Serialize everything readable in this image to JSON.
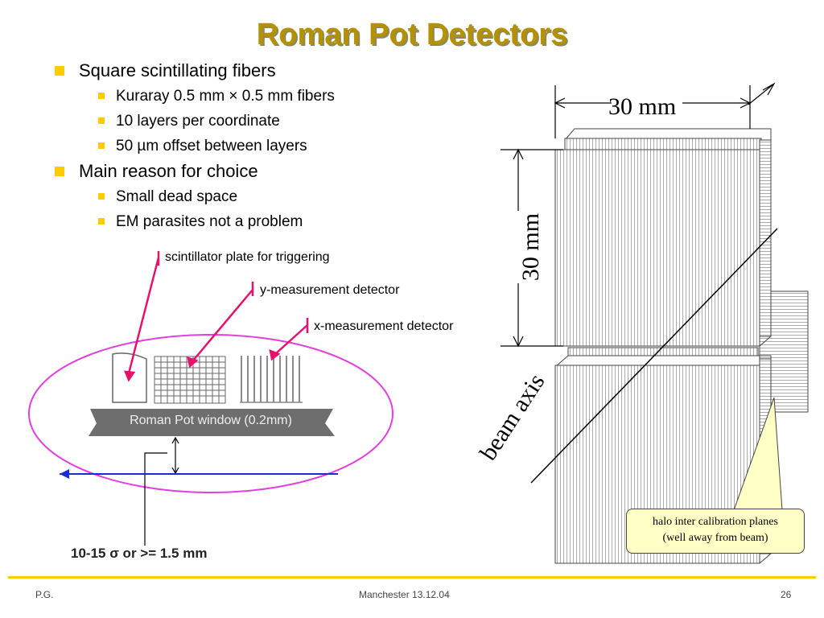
{
  "title": "Roman Pot Detectors",
  "bullets": [
    {
      "text": "Square scintillating fibers",
      "sub": [
        "Kuraray 0.5 mm × 0.5 mm fibers",
        "10 layers per coordinate",
        "50 µm offset between layers"
      ]
    },
    {
      "text": "Main reason for choice",
      "sub": [
        "Small dead space",
        "EM parasites not a problem"
      ]
    }
  ],
  "diagram_left": {
    "label_scint": "scintillator plate for triggering",
    "label_y": "y-measurement detector",
    "label_x": "x-measurement detector",
    "window_label": "Roman Pot window (0.2mm)",
    "distance_label": "10-15 σ or >= 1.5 mm"
  },
  "diagram_right": {
    "dim_top": "30 mm",
    "dim_left": "30 mm",
    "beam_label": "beam axis",
    "callout_line1": "halo inter calibration planes",
    "callout_line2": "(well away from beam)"
  },
  "footer": {
    "left": "P.G.",
    "center": "Manchester 13.12.04",
    "right": "26"
  },
  "colors": {
    "title": "#b59100",
    "bullet": "#ffcc00",
    "arrow": "#e8106a",
    "ellipse": "#e040e0",
    "beam_line": "#1a2cd8",
    "callout_bg": "#ffffc6"
  }
}
